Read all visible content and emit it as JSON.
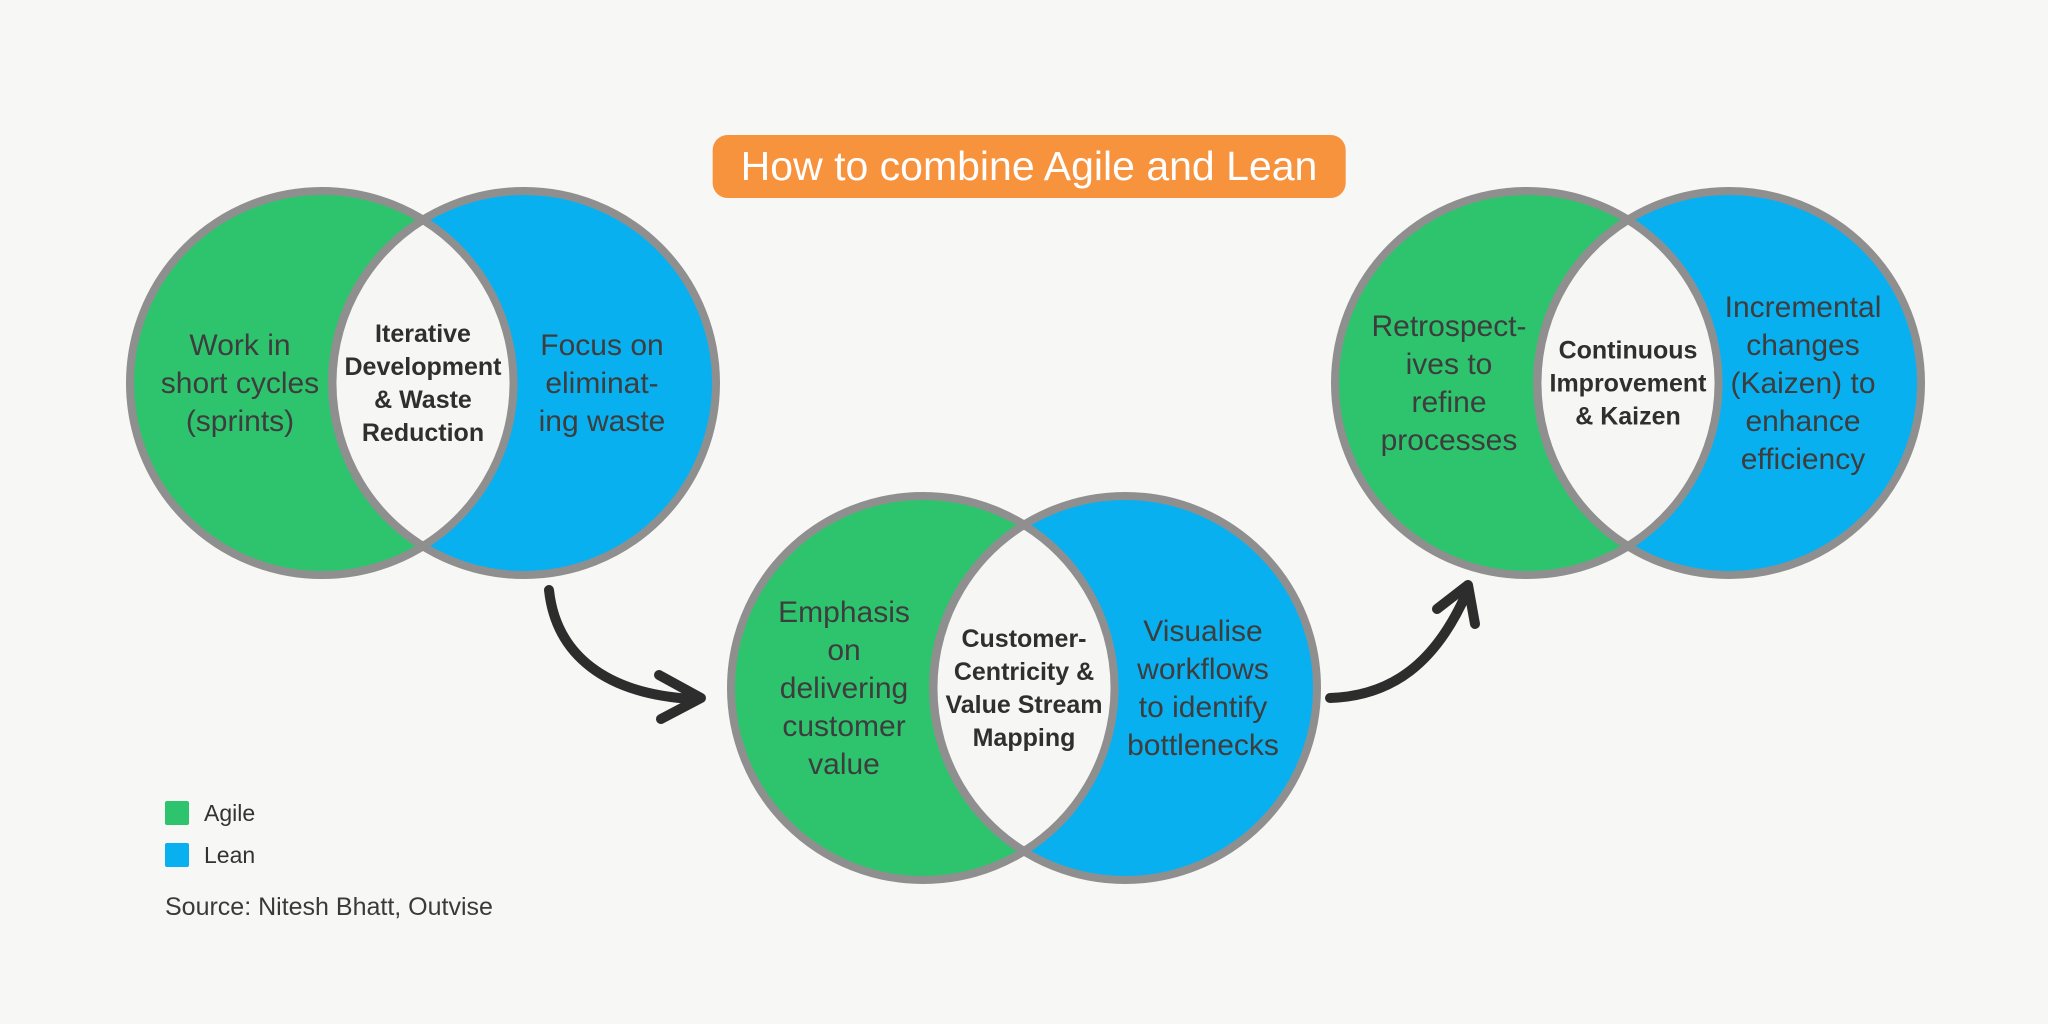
{
  "title": {
    "text": "How to combine Agile and Lean"
  },
  "colors": {
    "background": "#F7F7F5",
    "title_bg": "#F7923D",
    "title_text": "#FFFFFF",
    "agile_green": "#2EC46E",
    "lean_blue": "#09B0F0",
    "circle_border": "#8F8F8F",
    "overlap_fill": "#F6F6F4",
    "text_dark": "#3D3D3D",
    "arrow": "#2D2D2D"
  },
  "venns": [
    {
      "name": "iterative-development-and-waste-reduction",
      "agile_label": "Work in\nshort cycles\n(sprints)",
      "overlap_label": "Iterative\nDevelopment\n& Waste\nReduction",
      "lean_label": "Focus on\neliminat-\ning waste"
    },
    {
      "name": "customer-centricity-and-value-stream-mapping",
      "agile_label": "Emphasis\non\ndelivering\ncustomer\nvalue",
      "overlap_label": "Customer-\nCentricity &\nValue Stream\nMapping",
      "lean_label": "Visualise\nworkflows\nto identify\nbottlenecks"
    },
    {
      "name": "continuous-improvement-and-kaizen",
      "agile_label": "Retrospect-\nives to\nrefine\nprocesses",
      "overlap_label": "Continuous\nImprovement\n& Kaizen",
      "lean_label": "Incremental\nchanges\n(Kaizen) to\nenhance\nefficiency"
    }
  ],
  "arrows": [
    {
      "name": "arrow-1",
      "from": "venn-1",
      "to": "venn-2"
    },
    {
      "name": "arrow-2",
      "from": "venn-2",
      "to": "venn-3"
    }
  ],
  "legend": {
    "items": [
      {
        "label": "Agile",
        "color": "#2EC46E"
      },
      {
        "label": "Lean",
        "color": "#09B0F0"
      }
    ]
  },
  "source_text": "Source: Nitesh Bhatt, Outvise"
}
